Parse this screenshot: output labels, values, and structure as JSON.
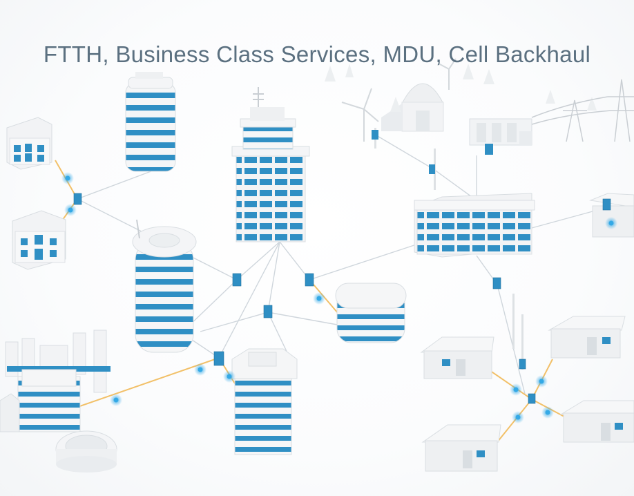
{
  "title": "FTTH, Business Class Services, MDU, Cell Backhaul",
  "colors": {
    "title": "#5b7080",
    "accent_blue": "#2f8fc4",
    "fiber_drop": "#f2c068",
    "network_line": "#cfd6dc",
    "node_glow": "#34a9e6",
    "building_white": "#f4f5f6"
  },
  "elements": [
    "small-office-building",
    "striped-round-tower",
    "central-tower-with-antenna",
    "rural-barn",
    "wind-turbine",
    "utility-substation",
    "power-transmission-tower",
    "wide-office-building",
    "cylindrical-antenna-tower",
    "rounded-parking-garage",
    "mdu-apartment-tower",
    "industrial-complex",
    "stadium",
    "single-family-houses",
    "fiber-cabinets",
    "utility-poles"
  ]
}
